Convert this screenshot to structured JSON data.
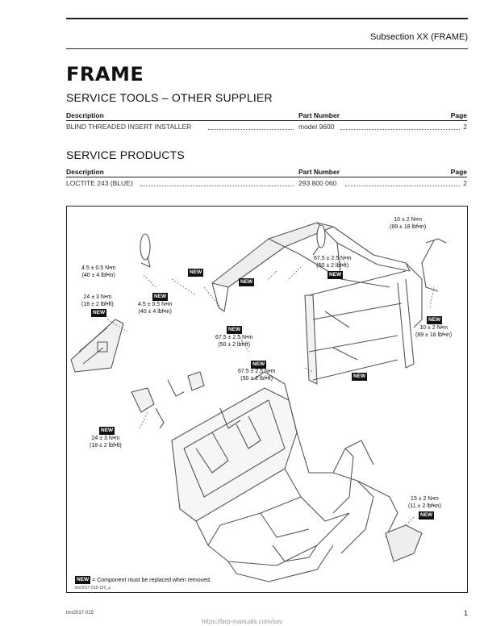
{
  "header": {
    "subsection": "Subsection XX (FRAME)"
  },
  "title": "FRAME",
  "tools": {
    "heading": "SERVICE TOOLS – OTHER SUPPLIER",
    "col_desc": "Description",
    "col_part": "Part Number",
    "col_page": "Page",
    "rows": [
      {
        "desc": "BLIND THREADED INSERT INSTALLER",
        "part": "model 9600",
        "page": "2"
      }
    ]
  },
  "products": {
    "heading": "SERVICE PRODUCTS",
    "col_desc": "Description",
    "col_part": "Part Number",
    "col_page": "Page",
    "rows": [
      {
        "desc": "LOCTITE 243 (BLUE)",
        "part": "293 800 060",
        "page": "2"
      }
    ]
  },
  "figure": {
    "new_label": "NEW",
    "torques": {
      "t1": "10 ± 2 N•m\n(89 ± 18 lbf•in)",
      "t2": "4.5 ± 0.5 N•m\n(40 ± 4 lbf•in)",
      "t3": "67.5 ± 2.5 N•m\n(50 ± 2 lbf•ft)",
      "t4": "4.5 ± 0.5 N•m\n(40 ± 4 lbf•in)",
      "t5": "24 ± 3 N•m\n(18 ± 2 lbf•ft)",
      "t6": "10 ± 2 N•m\n(89 ± 18 lbf•in)",
      "t7": "67.5 ± 2.5 N•m\n(50 ± 2 lbf•ft)",
      "t8": "67.5 ± 2.5 N•m\n(50 ± 2 lbf•ft)",
      "t9": "24 ± 3 N•m\n(18 ± 2 lbf•ft)",
      "t10": "15 ± 2 N•m\n(11 ± 2 lbf•in)"
    },
    "legend_text": "= Component must be replaced when removed.",
    "code": "tmr2017-015-120_a"
  },
  "footer": {
    "doc_code": "tmr2017-015",
    "page": "1",
    "url": "https://brp-manuals.com/ssv"
  }
}
